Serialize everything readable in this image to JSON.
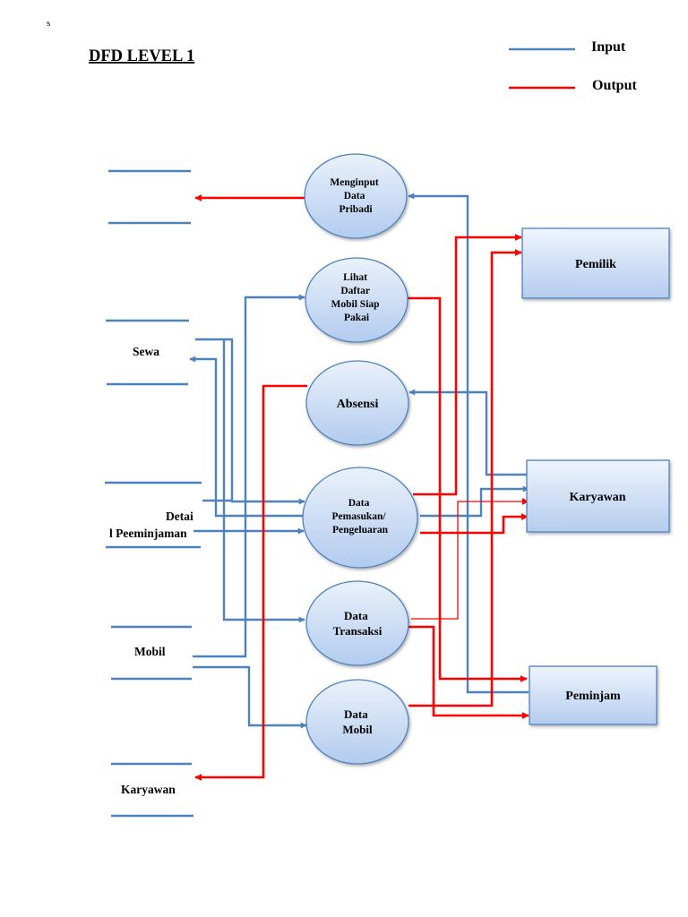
{
  "page": {
    "corner_mark": "s",
    "title": "DFD LEVEL 1"
  },
  "legend": {
    "input_label": "Input",
    "output_label": "Output",
    "input_color": "#4f81bd",
    "output_color": "#ff0000"
  },
  "processes": {
    "menginput": [
      "Menginput",
      "Data",
      "Pribadi"
    ],
    "lihat": [
      "Lihat",
      "Daftar",
      "Mobil Siap",
      "Pakai"
    ],
    "absensi": [
      "Absensi"
    ],
    "pemasukan": [
      "Data",
      "Pemasukan/",
      "Pengeluaran"
    ],
    "transaksi": [
      "Data",
      "Transaksi"
    ],
    "mobil": [
      "Data",
      "Mobil"
    ]
  },
  "entities": {
    "pemilik": "Pemilik",
    "karyawan": "Karyawan",
    "peminjam": "Peminjam"
  },
  "stores": {
    "sewa": "Sewa",
    "detail_line1": "Detai",
    "detail_line2": "l Peeminjaman",
    "mobil": "Mobil",
    "karyawan": "Karyawan"
  }
}
